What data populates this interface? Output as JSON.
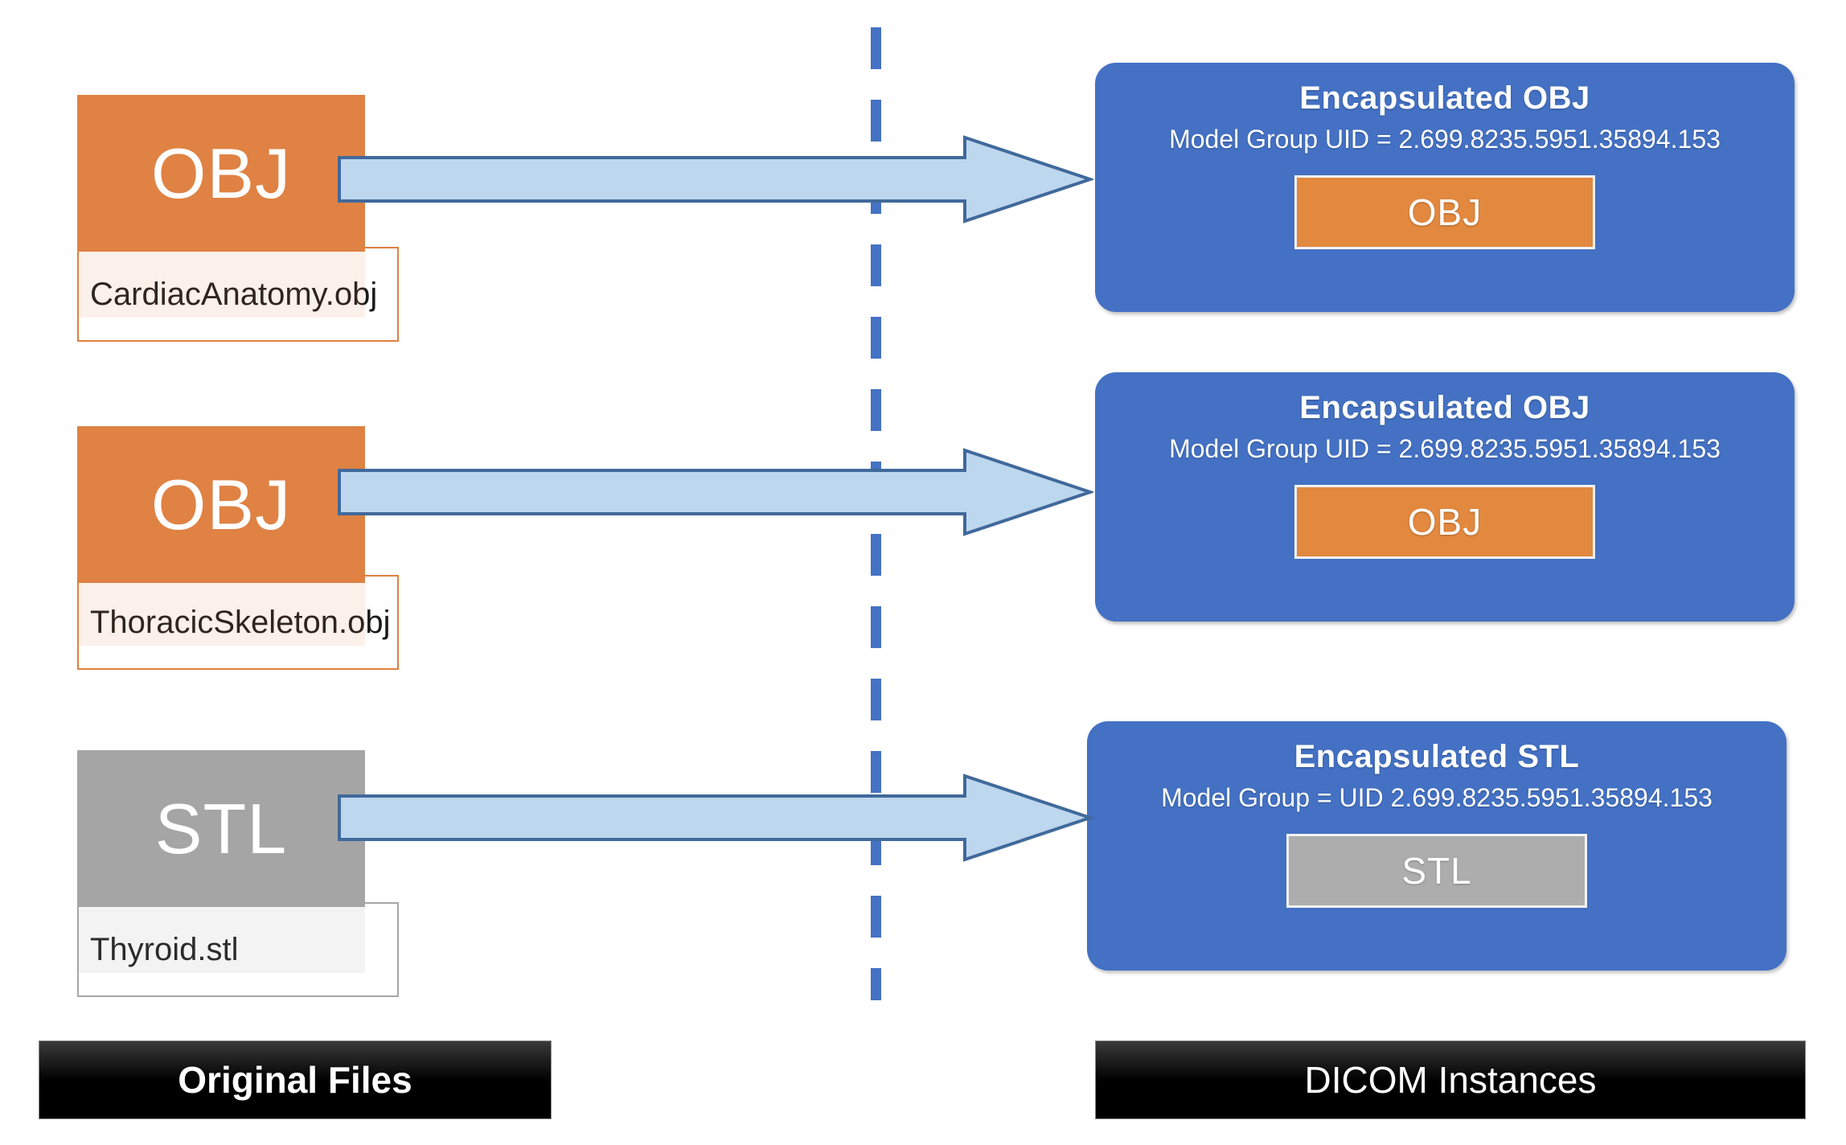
{
  "diagram": {
    "title": "DICOM encapsulation of 3D model files",
    "colors": {
      "obj_orange": "#DF8244",
      "stl_gray": "#A5A5A5",
      "dicom_blue": "#4471C4",
      "arrow_fill": "#BDD7EE",
      "arrow_stroke": "#41699B",
      "divider_blue": "#4472C4",
      "legend_black": "#000000"
    },
    "divider": {
      "name": "dashed-divider",
      "style": "dashed",
      "orientation": "vertical"
    },
    "rows": [
      {
        "source": {
          "format_label": "OBJ",
          "file_name": "CardiacAnatomy.obj",
          "tile_color": "#DF8244",
          "kind": "obj"
        },
        "arrow": {
          "name": "conversion-arrow",
          "direction": "right"
        },
        "dicom": {
          "title": "Encapsulated  OBJ",
          "uid_line": "Model Group UID = 2.699.8235.5951.35894.153",
          "chip_label": "OBJ",
          "chip_color": "#E2883F",
          "kind": "obj"
        }
      },
      {
        "source": {
          "format_label": "OBJ",
          "file_name": "ThoracicSkeleton.obj",
          "tile_color": "#DF8244",
          "kind": "obj"
        },
        "arrow": {
          "name": "conversion-arrow",
          "direction": "right"
        },
        "dicom": {
          "title": "Encapsulated  OBJ",
          "uid_line": "Model Group UID = 2.699.8235.5951.35894.153",
          "chip_label": "OBJ",
          "chip_color": "#E2883F",
          "kind": "obj"
        }
      },
      {
        "source": {
          "format_label": "STL",
          "file_name": "Thyroid.stl",
          "tile_color": "#A5A5A5",
          "kind": "stl"
        },
        "arrow": {
          "name": "conversion-arrow",
          "direction": "right"
        },
        "dicom": {
          "title": "Encapsulated  STL",
          "uid_line": "Model Group = UID 2.699.8235.5951.35894.153",
          "chip_label": "STL",
          "chip_color": "#ADADAD",
          "kind": "stl"
        }
      }
    ],
    "legends": {
      "left": "Original Files",
      "right": "DICOM Instances"
    }
  }
}
